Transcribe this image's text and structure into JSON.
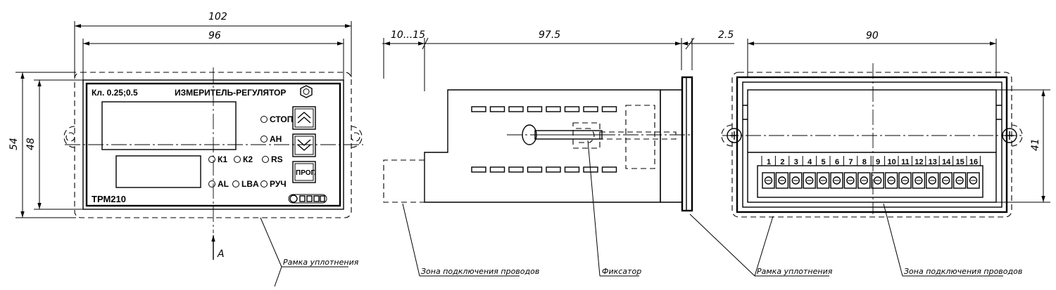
{
  "front_view": {
    "dim_outer_width": "102",
    "dim_panel_width": "96",
    "dim_outer_height": "54",
    "dim_panel_height": "48",
    "accuracy_class": "Кл. 0.25;0.5",
    "device_title": "ИЗМЕРИТЕЛЬ-РЕГУЛЯТОР",
    "indicator_stop": "СТОП",
    "indicator_an": "АН",
    "indicator_k1": "К1",
    "indicator_k2": "К2",
    "indicator_rs": "RS",
    "indicator_al": "AL",
    "indicator_lba": "LBA",
    "indicator_ruch": "РУЧ",
    "button_prog": "ПРОГ.",
    "model_name": "ТРМ210",
    "view_arrow_label": "А",
    "callout_seal_frame": "Рамка уплотнения"
  },
  "side_view": {
    "dim_wire_zone": "10...15",
    "dim_body_length": "97.5",
    "dim_flange": "2.5",
    "callout_wire_zone": "Зона подключения проводов",
    "callout_latch": "Фиксатор"
  },
  "rear_view": {
    "dim_width": "90",
    "dim_height": "41",
    "terminal_numbers": [
      "1",
      "2",
      "3",
      "4",
      "5",
      "6",
      "7",
      "8",
      "9",
      "10",
      "11",
      "12",
      "13",
      "14",
      "15",
      "16"
    ],
    "callout_seal_frame": "Рамка уплотнения",
    "callout_wire_zone": "Зона подключения проводов"
  },
  "colors": {
    "line": "#000000",
    "background": "#ffffff"
  }
}
